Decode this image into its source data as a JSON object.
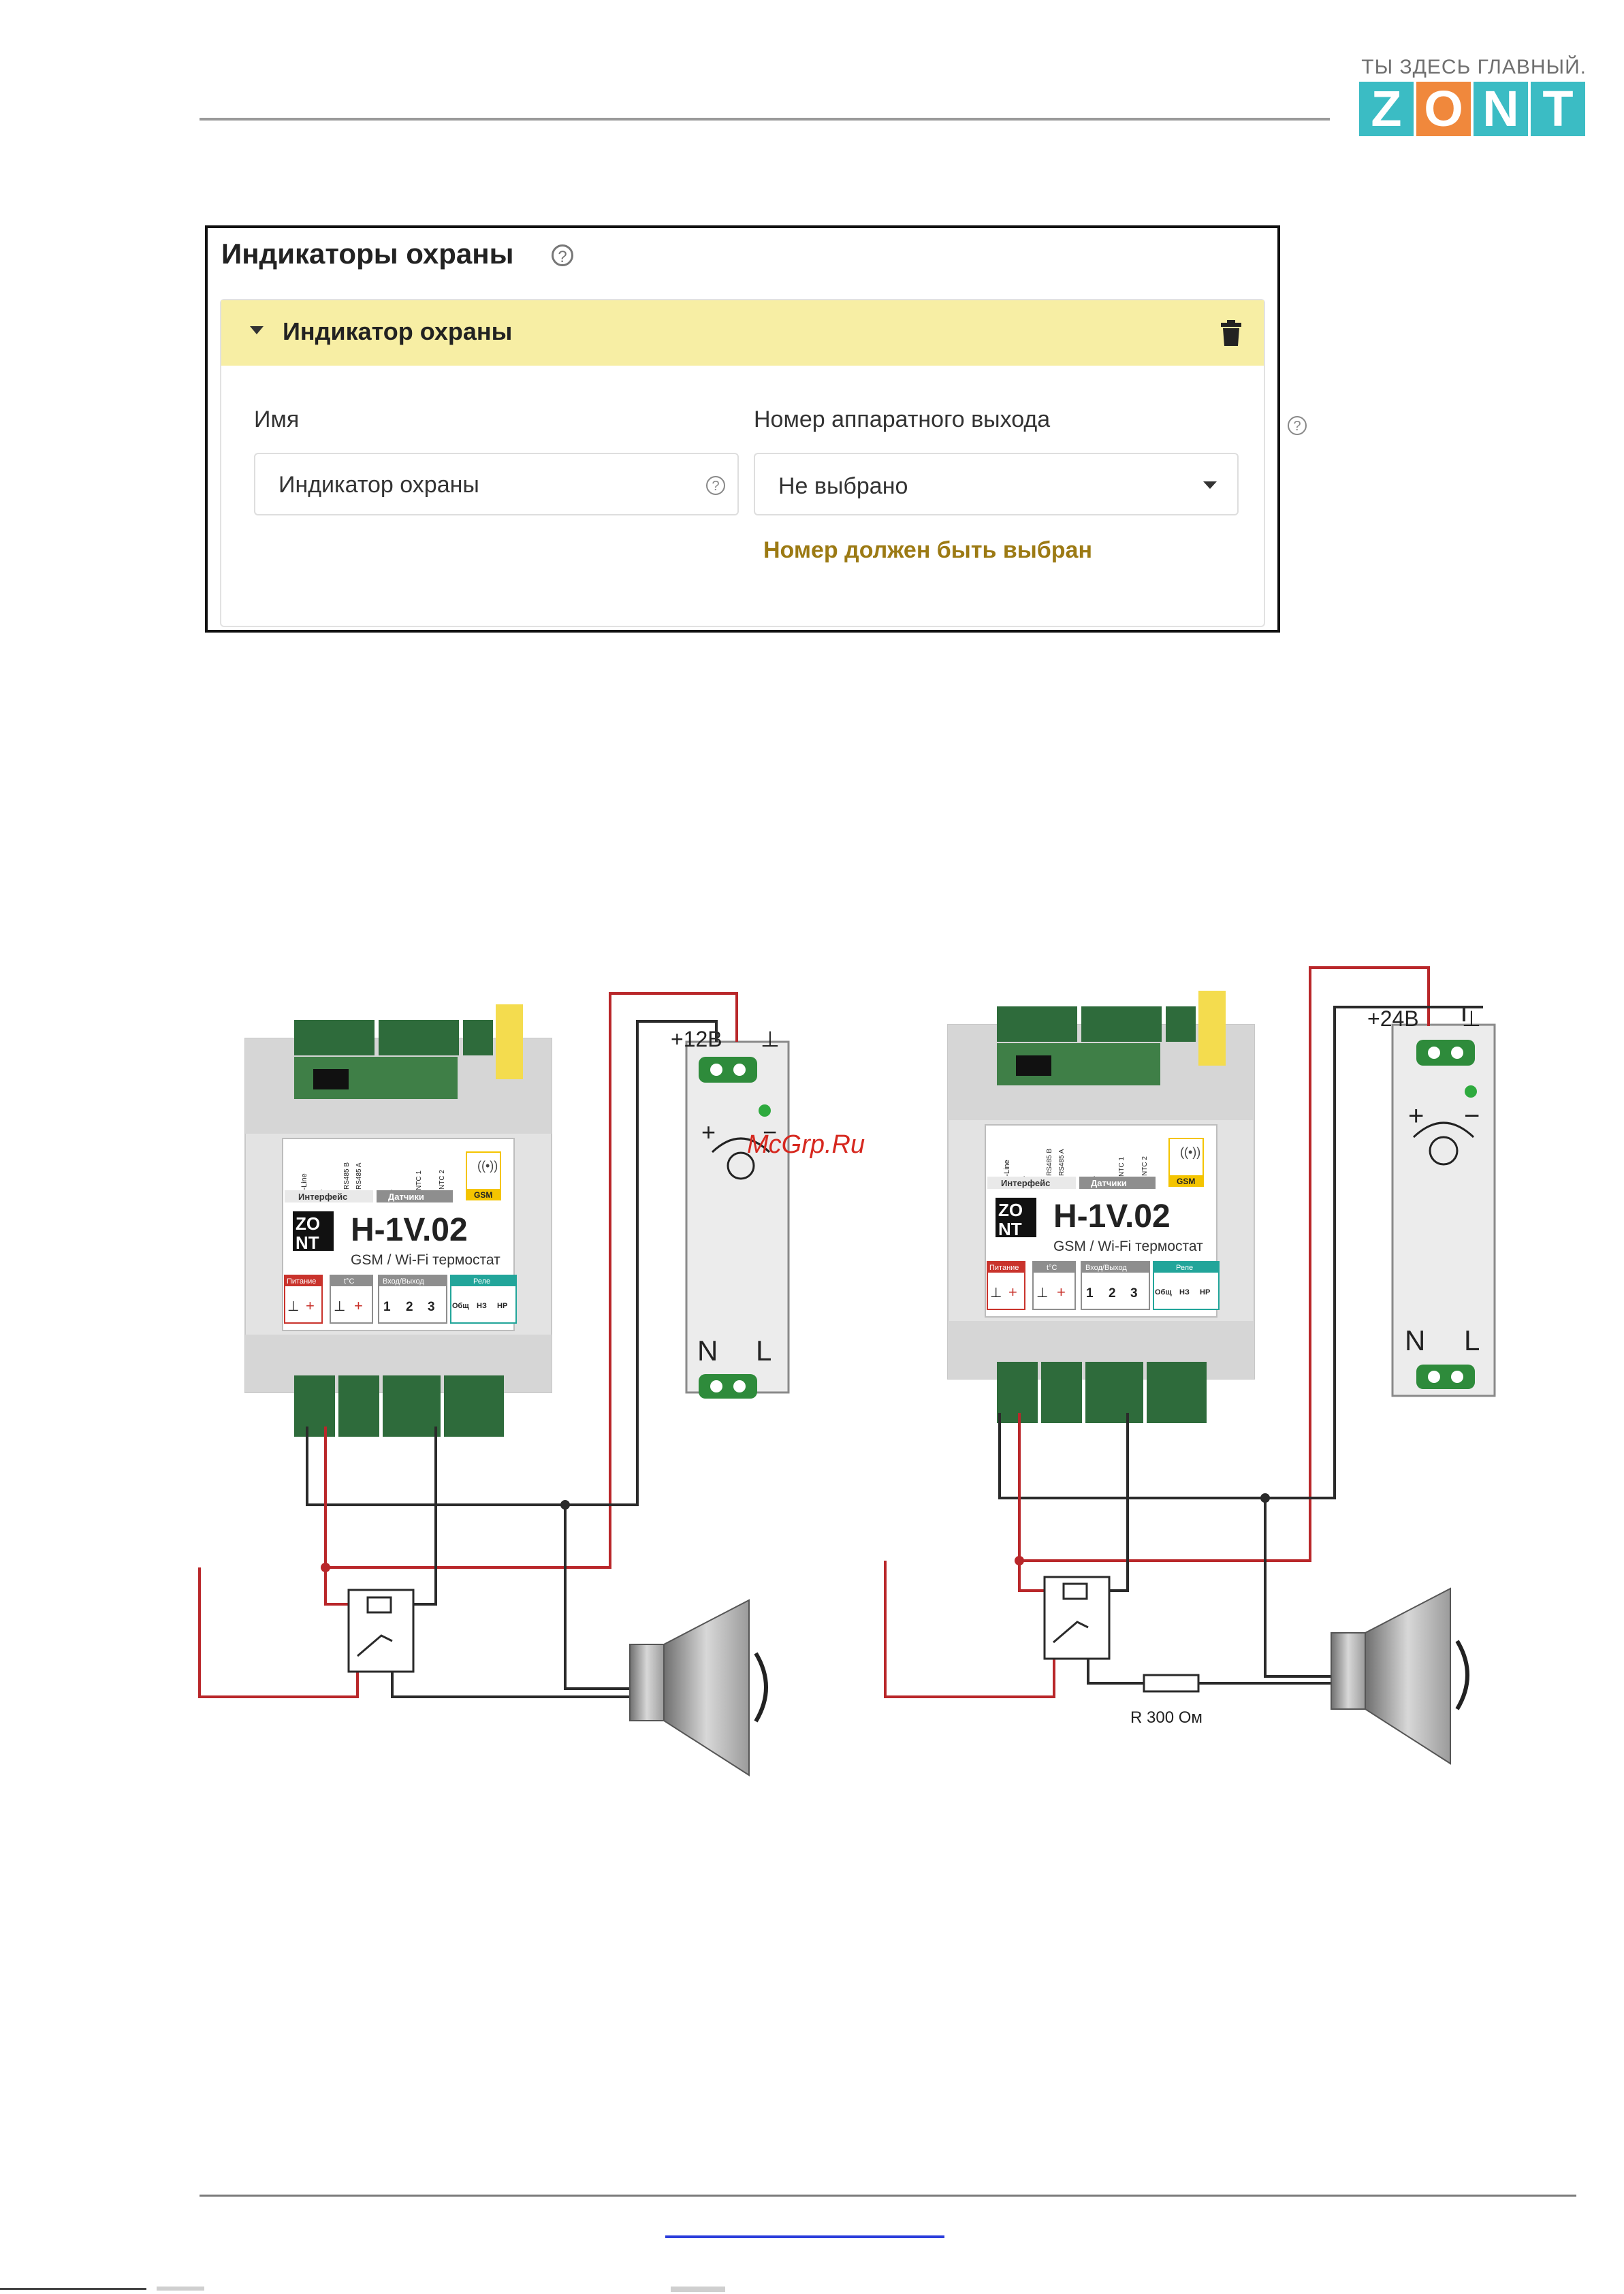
{
  "brand": {
    "tagline": "ТЫ ЗДЕСЬ ГЛАВНЫЙ.",
    "letters": [
      {
        "char": "Z",
        "color": "#3bbcc4"
      },
      {
        "char": "O",
        "color": "#f0883c"
      },
      {
        "char": "N",
        "color": "#3bbcc4"
      },
      {
        "char": "T",
        "color": "#3bbcc4"
      }
    ]
  },
  "settings": {
    "title": "Индикаторы охраны",
    "help_icon": "question-circle-icon",
    "card": {
      "title": "Индикатор охраны",
      "delete_icon": "trash-icon",
      "name_label": "Имя",
      "name_value": "Индикатор охраны",
      "output_label": "Номер аппаратного выхода",
      "output_value": "Не выбрано",
      "output_error": "Номер должен быть выбран",
      "header_color": "#f7eea4",
      "error_color": "#9c7a14"
    }
  },
  "diagram": {
    "watermark": "McGrp.Ru",
    "device": {
      "brand_top": "ZO",
      "brand_bottom": "NT",
      "model": "H-1V.02",
      "subtitle": "GSM / Wi-Fi термостат",
      "top_groups": [
        "Интерфейс",
        "Датчики"
      ],
      "top_pins": [
        "K-Line",
        "⊥",
        "RS485 B",
        "RS485 A",
        "⊥",
        "NTC 1",
        "NTC 2"
      ],
      "gsm": "GSM",
      "bottom_groups": [
        "Питание",
        "t°C",
        "Вход/Выход",
        "Реле"
      ],
      "bottom_pins": [
        "⊥",
        "+",
        "⊥",
        "+",
        "1",
        "2",
        "3",
        "Общ",
        "НЗ",
        "НР"
      ]
    },
    "left": {
      "psu_voltage": "+12В",
      "ground": "⊥",
      "psu_plus": "+",
      "psu_minus": "−",
      "psu_n": "N",
      "psu_l": "L"
    },
    "right": {
      "psu_voltage": "+24В",
      "ground": "⊥",
      "psu_plus": "+",
      "psu_minus": "−",
      "psu_n": "N",
      "psu_l": "L",
      "resistor_label": "R 300 Ом"
    },
    "colors": {
      "wire_red": "#b9272a",
      "wire_dark": "#2a2a2a",
      "terminal_green": "#2e6b3b",
      "case_grey": "#e3e3e3"
    }
  }
}
